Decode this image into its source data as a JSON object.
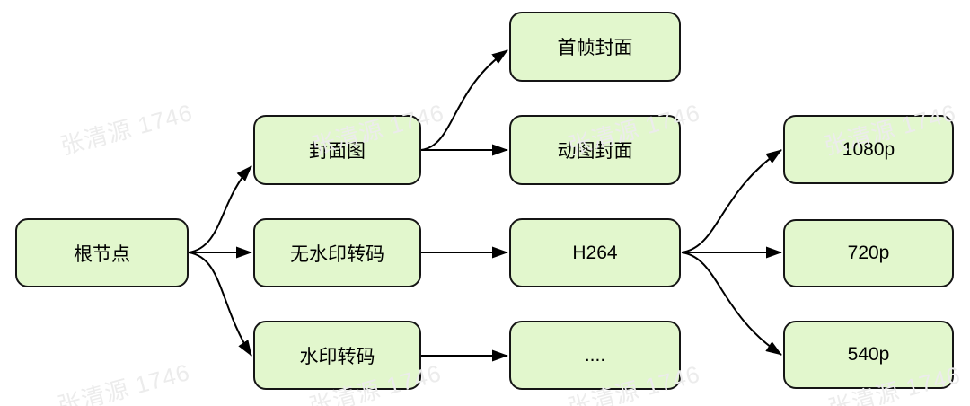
{
  "diagram": {
    "watermark_text": "张清源 1746",
    "nodes": {
      "root": {
        "label": "根节点"
      },
      "cover": {
        "label": "封面图"
      },
      "no_watermark_transcode": {
        "label": "无水印转码"
      },
      "watermark_transcode": {
        "label": "水印转码"
      },
      "first_frame_cover": {
        "label": "首帧封面"
      },
      "animated_cover": {
        "label": "动图封面"
      },
      "h264": {
        "label": "H264"
      },
      "ellipsis": {
        "label": "...."
      },
      "p1080": {
        "label": "1080p"
      },
      "p720": {
        "label": "720p"
      },
      "p540": {
        "label": "540p"
      }
    },
    "edges": [
      {
        "from": "根节点",
        "to": "封面图"
      },
      {
        "from": "根节点",
        "to": "无水印转码"
      },
      {
        "from": "根节点",
        "to": "水印转码"
      },
      {
        "from": "封面图",
        "to": "首帧封面"
      },
      {
        "from": "封面图",
        "to": "动图封面"
      },
      {
        "from": "无水印转码",
        "to": "H264"
      },
      {
        "from": "水印转码",
        "to": "...."
      },
      {
        "from": "H264",
        "to": "1080p"
      },
      {
        "from": "H264",
        "to": "720p"
      },
      {
        "from": "H264",
        "to": "540p"
      }
    ],
    "colors": {
      "node_fill": "#e2f7cd",
      "node_border": "#151515",
      "arrow": "#000000",
      "watermark": "#ececec",
      "background": "#ffffff"
    }
  }
}
